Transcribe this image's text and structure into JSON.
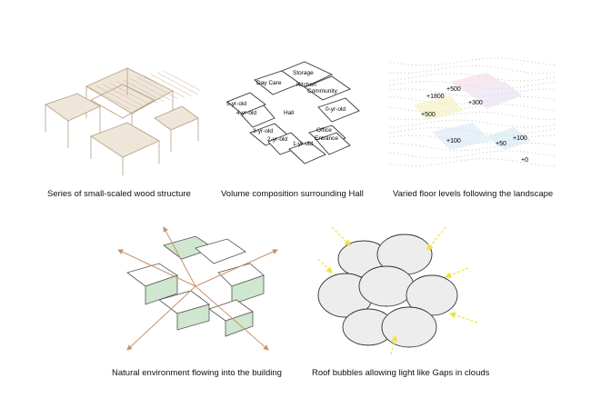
{
  "panels": [
    {
      "id": "wood",
      "caption": "Series of small-scaled wood structure"
    },
    {
      "id": "volume",
      "caption": "Volume composition surrounding Hall",
      "labels": [
        "Storage",
        "Day Care",
        "Kitchen",
        "Community",
        "5-yr-old",
        "4-yr-old",
        "Hall",
        "0-yr-old",
        "3-yr-old",
        "2-yr-old",
        "Office",
        "1-yr-old",
        "Entrance"
      ]
    },
    {
      "id": "floor",
      "caption": "Varied floor levels following the landscape",
      "labels": [
        "+500",
        "+1800",
        "+300",
        "+500",
        "+100",
        "+50",
        "+100",
        "+0"
      ]
    },
    {
      "id": "environment",
      "caption": "Natural environment flowing into the building"
    },
    {
      "id": "bubbles",
      "caption": "Roof bubbles allowing light like Gaps in clouds"
    }
  ],
  "colors": {
    "wood": "#b59c80",
    "line": "#333333",
    "arrow_env": "#c8926a",
    "green": "#cfe6cf",
    "sun": "#f2e23a",
    "bubble": "#ededed"
  }
}
